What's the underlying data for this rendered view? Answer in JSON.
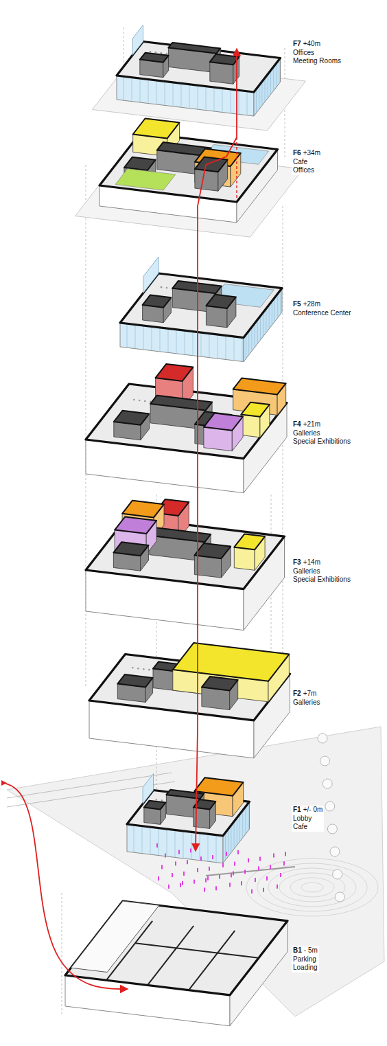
{
  "diagram": {
    "labels": [
      "F7",
      "+40m",
      "Offices",
      "Meeting Rooms",
      "F6",
      "+34m",
      "Cafe",
      "Offices",
      "F5",
      "+28m",
      "Conference Center",
      "F4",
      "+21m",
      "Galleries",
      "Special Exhibitions",
      "F3",
      "+14m",
      "Galleries",
      "Special Exhibitions",
      "F2",
      "+7m",
      "Galleries",
      "F1",
      "+/- 0m",
      "Lobby",
      "Cafe",
      "B1",
      "- 5m",
      "Parking",
      "Loading"
    ]
  }
}
